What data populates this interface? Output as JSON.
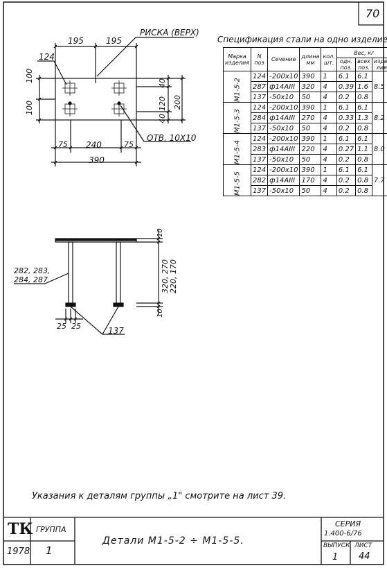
{
  "sheet": {
    "page_number": "70",
    "note": "Указания к деталям группы „1\" смотрите на лист 39."
  },
  "plan_drawing": {
    "dims_top": [
      "195",
      "195"
    ],
    "mark_label": "РИСКА (ВЕРХ)",
    "label_124": "124",
    "dims_left": [
      "100",
      "100"
    ],
    "dims_right_inner": [
      "40",
      "120",
      "40"
    ],
    "dim_right_total": "200",
    "dims_bottom": [
      "75",
      "240",
      "75"
    ],
    "dim_total": "390",
    "hole_label": "ОТВ. 10Х10"
  },
  "side_drawing": {
    "left_label_1": "282, 283,",
    "left_label_2": "284, 287",
    "dim_top_10": "10",
    "dim_heights_1": "320, 270",
    "dim_heights_2": "220, 170",
    "dim_bottom_10": "10",
    "dims_bottom": [
      "25",
      "25"
    ],
    "label_137": "137"
  },
  "spec": {
    "title": "Спецификация стали на одно изделие",
    "headers": {
      "mark": "Марка изделия",
      "n": "N поз",
      "section": "Сечение",
      "length": "длина мм",
      "count": "кол. шт.",
      "weight": "Вес, кг",
      "w_one": "одн. поз.",
      "w_all": "всех поз.",
      "w_item": "изде-лия"
    },
    "groups": [
      {
        "mark": "М1-5-2",
        "total": "8.5",
        "rows": [
          {
            "n": "124",
            "section": "-200х10",
            "length": "390",
            "count": "1",
            "w_one": "6.1",
            "w_all": "6.1"
          },
          {
            "n": "287",
            "section": "ф14АIII",
            "length": "320",
            "count": "4",
            "w_one": "0.39",
            "w_all": "1.6"
          },
          {
            "n": "137",
            "section": "-50х10",
            "length": "50",
            "count": "4",
            "w_one": "0.2",
            "w_all": "0.8"
          }
        ]
      },
      {
        "mark": "М1-5-3",
        "total": "8.2",
        "rows": [
          {
            "n": "124",
            "section": "-200х10",
            "length": "390",
            "count": "1",
            "w_one": "6.1",
            "w_all": "6.1"
          },
          {
            "n": "284",
            "section": "ф14АIII",
            "length": "270",
            "count": "4",
            "w_one": "0.33",
            "w_all": "1.3"
          },
          {
            "n": "137",
            "section": "-50х10",
            "length": "50",
            "count": "4",
            "w_one": "0.2",
            "w_all": "0.8"
          }
        ]
      },
      {
        "mark": "М1-5-4",
        "total": "8.0",
        "rows": [
          {
            "n": "124",
            "section": "-200х10",
            "length": "390",
            "count": "1",
            "w_one": "6.1",
            "w_all": "6.1"
          },
          {
            "n": "283",
            "section": "ф14АIII",
            "length": "220",
            "count": "4",
            "w_one": "0.27",
            "w_all": "1.1"
          },
          {
            "n": "137",
            "section": "-50х10",
            "length": "50",
            "count": "4",
            "w_one": "0.2",
            "w_all": "0.8"
          }
        ]
      },
      {
        "mark": "М1-5-5",
        "total": "7.7",
        "rows": [
          {
            "n": "124",
            "section": "-200х10",
            "length": "390",
            "count": "1",
            "w_one": "6.1",
            "w_all": "6.1"
          },
          {
            "n": "282",
            "section": "ф14АIII",
            "length": "170",
            "count": "4",
            "w_one": "0.2",
            "w_all": "0.8"
          },
          {
            "n": "137",
            "section": "-50х10",
            "length": "50",
            "count": "4",
            "w_one": "0.2",
            "w_all": "0.8"
          }
        ]
      }
    ]
  },
  "title_block": {
    "org": "ТК",
    "group_label": "ГРУППА",
    "year": "1978",
    "group_value": "1",
    "title": "Детали М1-5-2 ÷ М1-5-5.",
    "series_label": "СЕРИЯ",
    "series_value": "1.400-6/76",
    "issue_label": "ВЫПУСК",
    "issue_value": "1",
    "sheet_label": "ЛИСТ",
    "sheet_value": "44"
  }
}
